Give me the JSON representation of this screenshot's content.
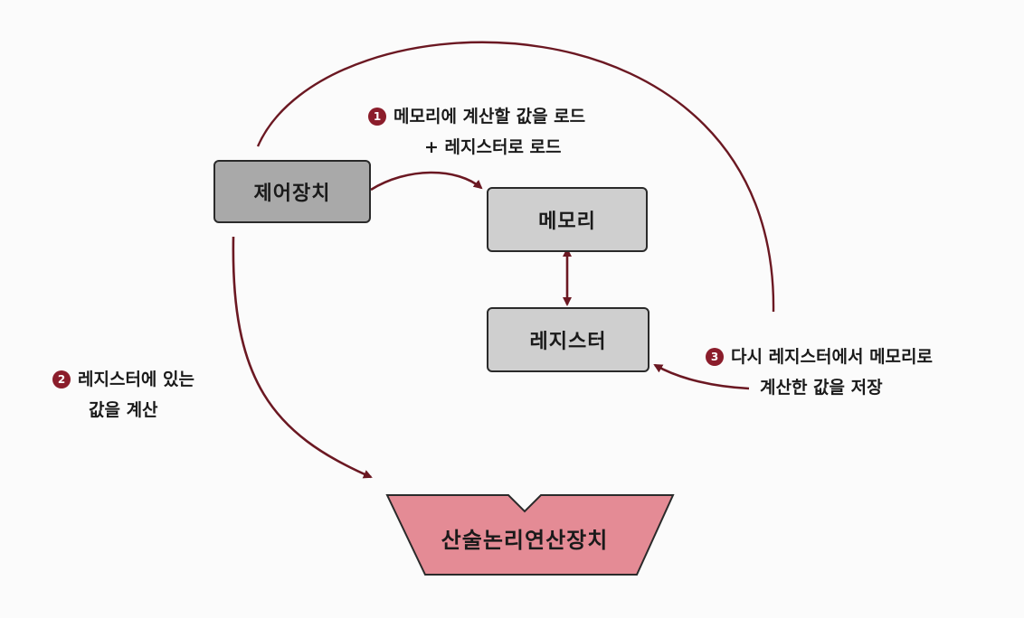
{
  "colors": {
    "arrow": "#6b1822",
    "badge": "#8b1d2b",
    "control_fill": "#a9a9a9",
    "unit_fill": "#cfcfcf",
    "alu_fill": "#e48b95"
  },
  "nodes": {
    "control_unit": "제어장치",
    "memory": "메모리",
    "register": "레지스터",
    "alu": "산술논리연산장치"
  },
  "steps": [
    {
      "badge": "1",
      "lines": [
        "메모리에 계산할 값을 로드",
        "+ 레지스터로 로드"
      ]
    },
    {
      "badge": "2",
      "lines": [
        "레지스터에 있는",
        "값을 계산"
      ]
    },
    {
      "badge": "3",
      "lines": [
        "다시 레지스터에서 메모리로",
        "계산한 값을 저장"
      ]
    }
  ]
}
